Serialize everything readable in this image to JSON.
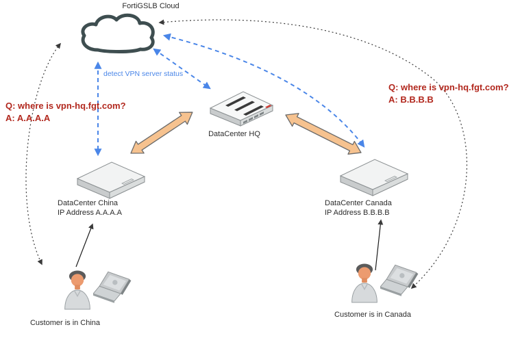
{
  "diagram": {
    "cloud_label": "FortiGSLB Cloud",
    "detect_label": "detect VPN server status",
    "dns_left": {
      "q": "Q: where is vpn-hq.fgt.com?",
      "a": "A: A.A.A.A"
    },
    "dns_right": {
      "q": "Q: where is vpn-hq.fgt.com?",
      "a": "A: B.B.B.B"
    },
    "hq": {
      "label": "DataCenter HQ"
    },
    "dc_china": {
      "label": "DataCenter China",
      "ip": "IP Address A.A.A.A"
    },
    "dc_canada": {
      "label": "DataCenter Canada",
      "ip": "IP Address B.B.B.B"
    },
    "customer_china": {
      "label": "Customer is in China"
    },
    "customer_canada": {
      "label": "Customer is in Canada"
    },
    "colors": {
      "dns_text_red": "#B2281E",
      "status_blue": "#4A86E8",
      "tunnel_orange_fill": "#F6C28F",
      "tunnel_outline": "#6A6A6A",
      "cloud_outline": "#3E4E50",
      "dotted_line": "#3A3A3A"
    }
  }
}
